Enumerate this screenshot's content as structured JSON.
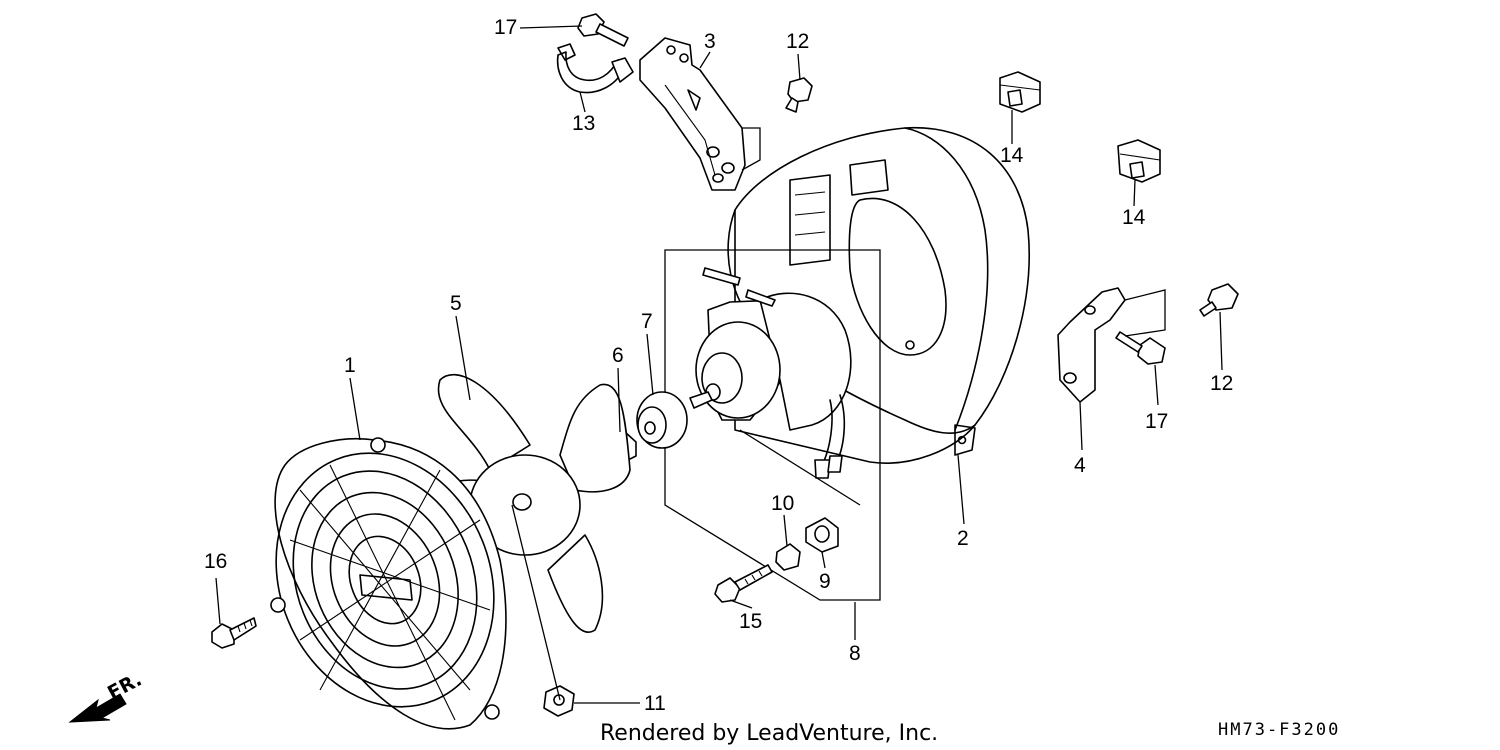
{
  "diagram": {
    "callouts": [
      {
        "id": "c1",
        "label": "1"
      },
      {
        "id": "c2",
        "label": "2"
      },
      {
        "id": "c3",
        "label": "3"
      },
      {
        "id": "c4",
        "label": "4"
      },
      {
        "id": "c5",
        "label": "5"
      },
      {
        "id": "c6",
        "label": "6"
      },
      {
        "id": "c7",
        "label": "7"
      },
      {
        "id": "c8",
        "label": "8"
      },
      {
        "id": "c9",
        "label": "9"
      },
      {
        "id": "c10",
        "label": "10"
      },
      {
        "id": "c11",
        "label": "11"
      },
      {
        "id": "c12a",
        "label": "12"
      },
      {
        "id": "c12b",
        "label": "12"
      },
      {
        "id": "c13",
        "label": "13"
      },
      {
        "id": "c14a",
        "label": "14"
      },
      {
        "id": "c14b",
        "label": "14"
      },
      {
        "id": "c15",
        "label": "15"
      },
      {
        "id": "c16",
        "label": "16"
      },
      {
        "id": "c17a",
        "label": "17"
      },
      {
        "id": "c17b",
        "label": "17"
      }
    ],
    "direction_label": "FR.",
    "credit": "Rendered by LeadVenture, Inc.",
    "figure_code": "HM73-F3200"
  }
}
